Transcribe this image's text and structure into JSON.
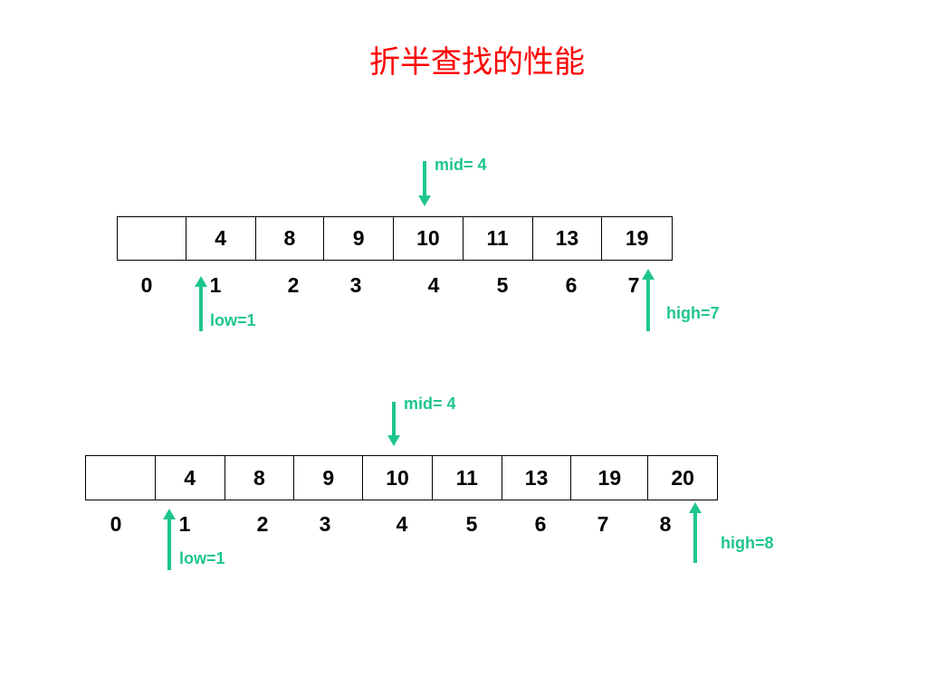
{
  "title": "折半查找的性能",
  "colors": {
    "title": "#ff0000",
    "pointer": "#1fc58f",
    "cell_border": "#000000"
  },
  "diagrams": [
    {
      "cells": [
        "",
        "4",
        "8",
        "9",
        "10",
        "11",
        "13",
        "19"
      ],
      "indices": [
        "0",
        "1",
        "2",
        "3",
        "4",
        "5",
        "6",
        "7"
      ],
      "mid_label": "mid= 4",
      "low_label": "low=1",
      "high_label": "high=7"
    },
    {
      "cells": [
        "",
        "4",
        "8",
        "9",
        "10",
        "11",
        "13",
        "19",
        "20"
      ],
      "indices": [
        "0",
        "1",
        "2",
        "3",
        "4",
        "5",
        "6",
        "7",
        "8"
      ],
      "mid_label": "mid= 4",
      "low_label": "low=1",
      "high_label": "high=8"
    }
  ]
}
